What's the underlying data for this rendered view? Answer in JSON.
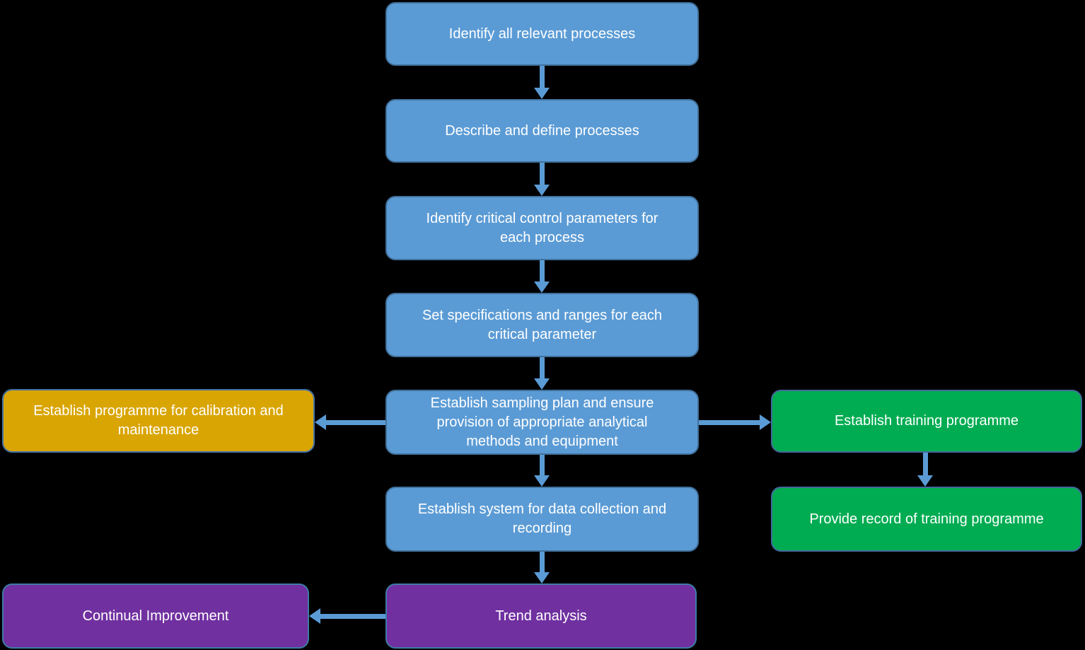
{
  "diagram": {
    "type": "flowchart",
    "colors": {
      "background": "#000000",
      "arrow": "#5B9BD5",
      "process_fill": "#5B9BD5",
      "process_border": "#41719C",
      "calibration_fill": "#D9A502",
      "calibration_border": "#4472A4",
      "training_fill": "#00AC52",
      "training_border": "#44689C",
      "outcome_fill": "#7030A0",
      "outcome_border": "#3E7BA6",
      "text": "#FFFFFF"
    },
    "nodes": {
      "identify_processes": {
        "label": "Identify all relevant processes"
      },
      "describe_processes": {
        "label": "Describe and define processes"
      },
      "critical_parameters": {
        "label": "Identify critical control parameters for each process"
      },
      "set_specifications": {
        "label": "Set specifications and ranges for each critical parameter"
      },
      "sampling_plan": {
        "label": "Establish sampling plan and ensure provision of appropriate analytical methods and equipment"
      },
      "data_collection": {
        "label": "Establish system for data collection and recording"
      },
      "trend_analysis": {
        "label": "Trend analysis"
      },
      "calibration": {
        "label": "Establish programme for calibration and maintenance"
      },
      "continual_improvement": {
        "label": "Continual Improvement"
      },
      "training": {
        "label": "Establish training programme"
      },
      "training_record": {
        "label": "Provide record of training programme"
      }
    },
    "edges": [
      {
        "from": "identify_processes",
        "to": "describe_processes",
        "direction": "down"
      },
      {
        "from": "describe_processes",
        "to": "critical_parameters",
        "direction": "down"
      },
      {
        "from": "critical_parameters",
        "to": "set_specifications",
        "direction": "down"
      },
      {
        "from": "set_specifications",
        "to": "sampling_plan",
        "direction": "down"
      },
      {
        "from": "sampling_plan",
        "to": "calibration",
        "direction": "left"
      },
      {
        "from": "sampling_plan",
        "to": "training",
        "direction": "right"
      },
      {
        "from": "training",
        "to": "training_record",
        "direction": "down"
      },
      {
        "from": "sampling_plan",
        "to": "data_collection",
        "direction": "down"
      },
      {
        "from": "data_collection",
        "to": "trend_analysis",
        "direction": "down"
      },
      {
        "from": "trend_analysis",
        "to": "continual_improvement",
        "direction": "left"
      }
    ]
  }
}
